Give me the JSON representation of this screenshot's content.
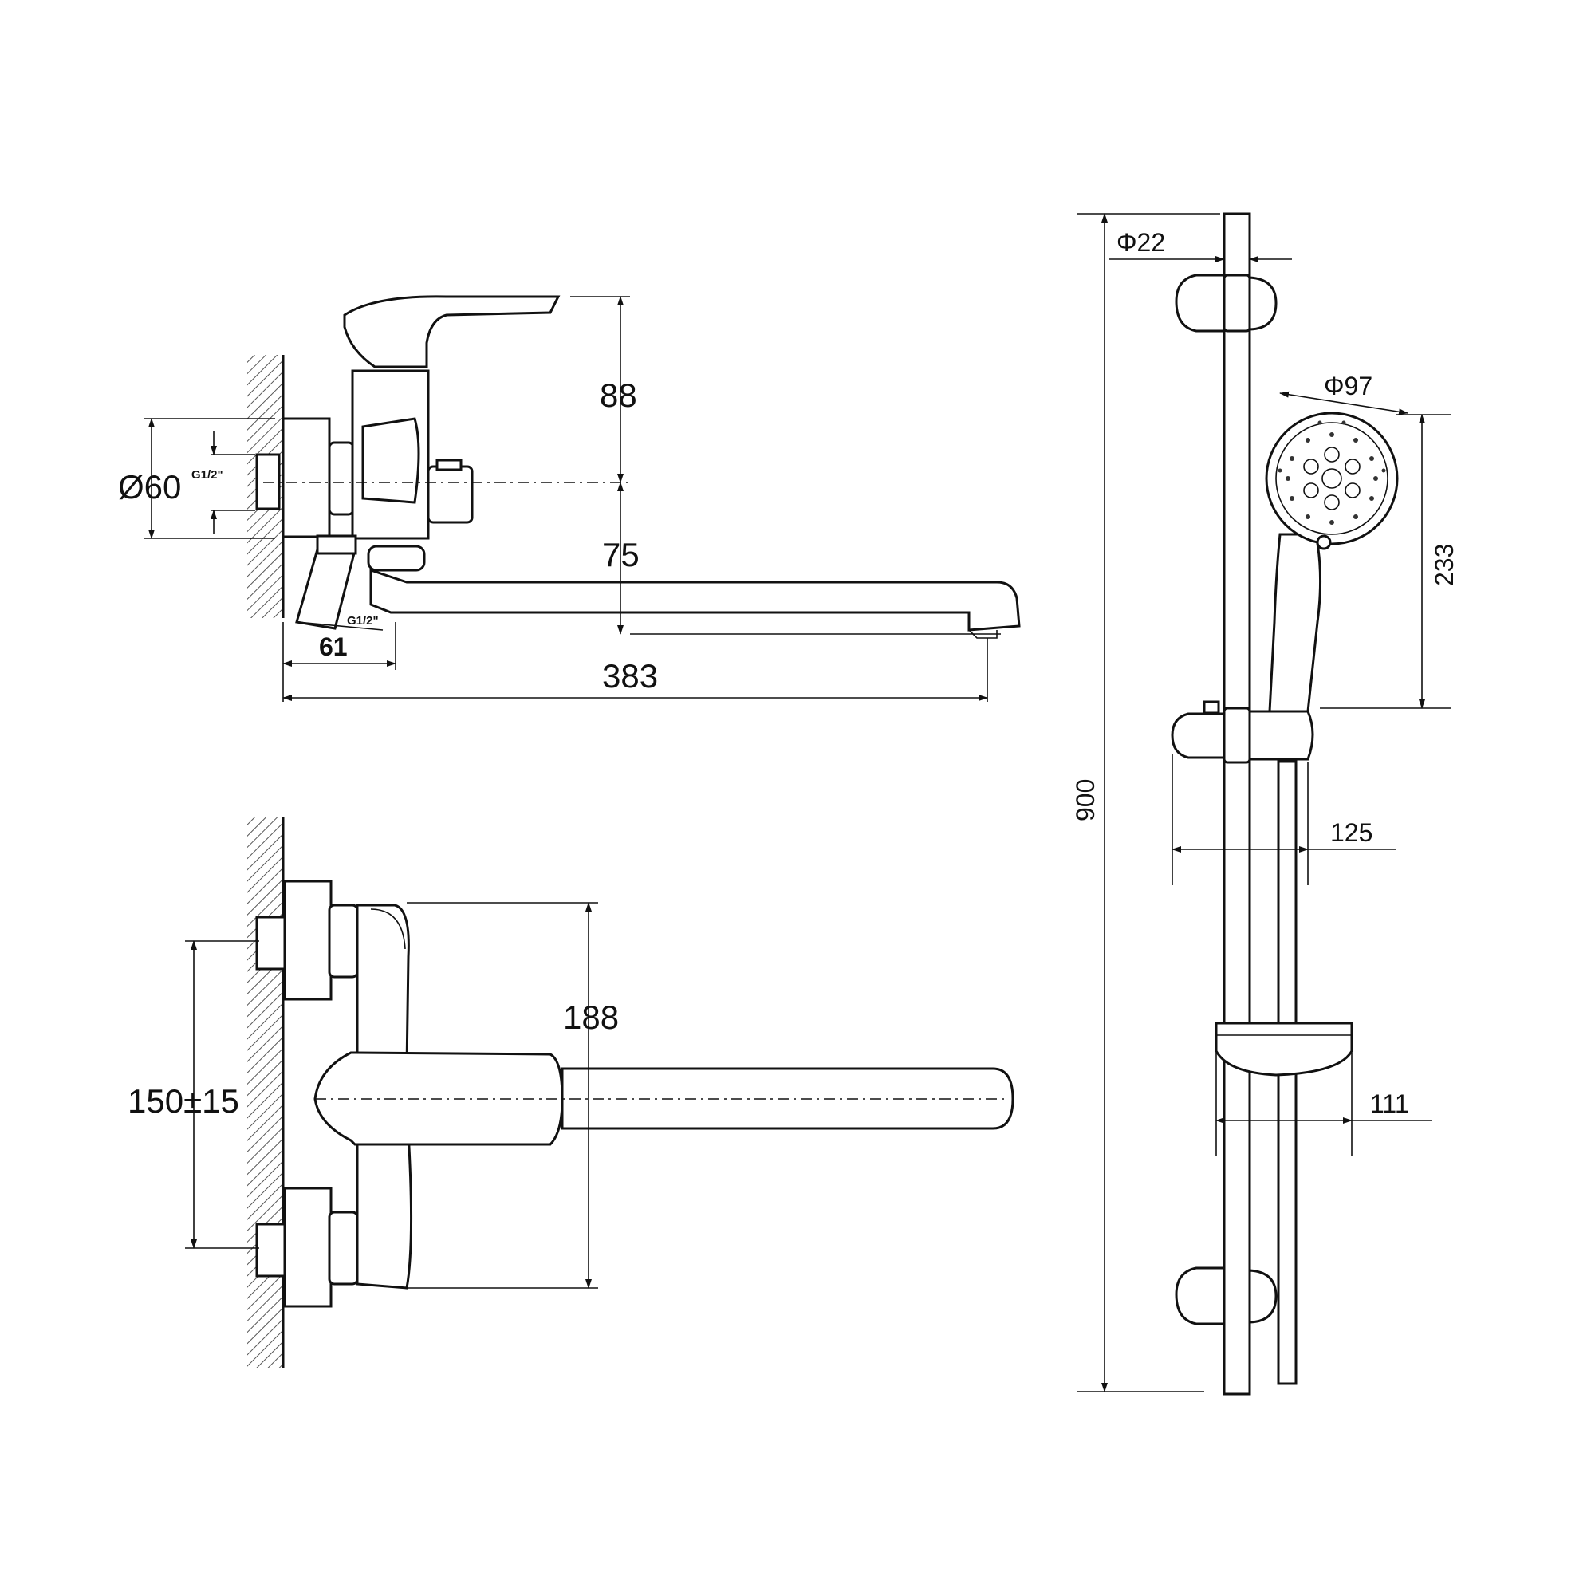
{
  "side_view": {
    "dim_height_lever": "88",
    "dim_spout_drop": "75",
    "dim_connector_diameter": "Ø60",
    "thread_upper": "G1/2\"",
    "thread_lower": "G1/2\"",
    "dim_wall_offset": "61",
    "dim_total_length": "383"
  },
  "top_view": {
    "dim_body_width": "188",
    "dim_inlet_spacing": "150±15"
  },
  "shower_rail": {
    "dim_rail_diameter": "Φ22",
    "dim_head_diameter": "Φ97",
    "dim_handset_length": "233",
    "dim_rail_length": "900",
    "dim_slider_depth": "125",
    "dim_soap_dish_depth": "111"
  },
  "colors": {
    "line": "#111111",
    "hatch": "#555555",
    "background": "#ffffff"
  }
}
